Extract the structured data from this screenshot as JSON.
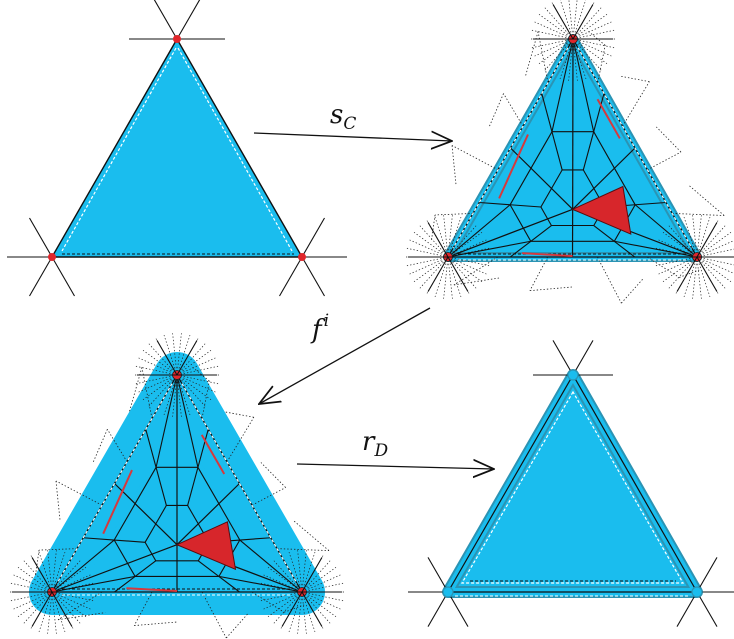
{
  "arrows": {
    "sC": {
      "main": "s",
      "sub": "C"
    },
    "fi": {
      "main": "f",
      "sup": "i"
    },
    "rD": {
      "main": "r",
      "sub": "D"
    }
  },
  "colors": {
    "fill": "#1abdee",
    "fill_outline": "#2b94b4",
    "edge": "#111111",
    "vertex": "#e0262b",
    "marked_face": "#d7262b",
    "red_path": "#d6393d",
    "dotted": "#222222",
    "white_dash": "#ffffff"
  },
  "panels": [
    {
      "id": "original-triangle"
    },
    {
      "id": "subdivided-triangle"
    },
    {
      "id": "mapped-triangle"
    },
    {
      "id": "retracted-triangle"
    }
  ]
}
